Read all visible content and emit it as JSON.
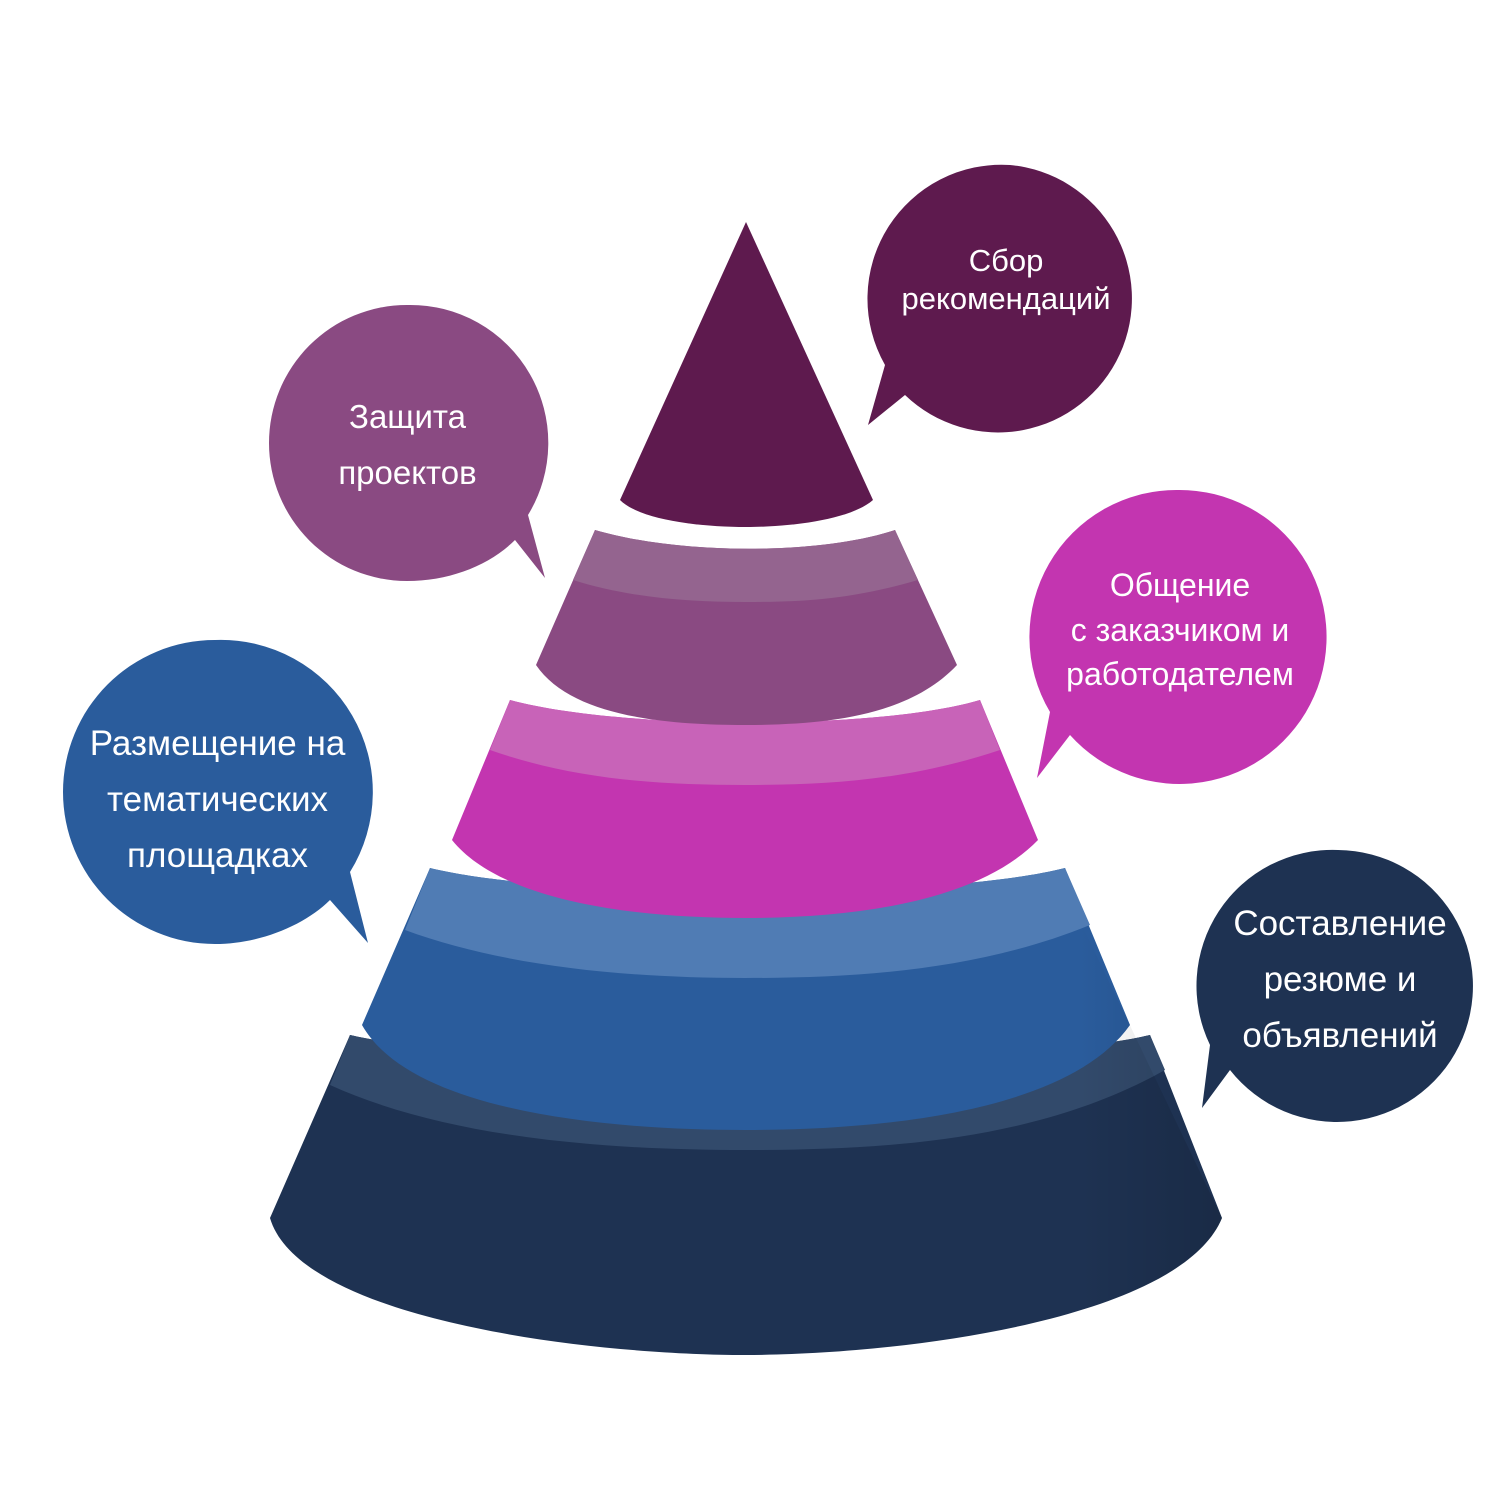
{
  "colors": {
    "tier1": "#5e1a4e",
    "tier2": "#8a4a82",
    "tier2_top": "#94648f",
    "tier3": "#c335b0",
    "tier3_top": "#c863b8",
    "tier4": "#2a5c9c",
    "tier4_top": "#507cb4",
    "tier5": "#1e3252",
    "tier5_top": "#324a6b"
  },
  "bubbles": [
    {
      "id": "sbor",
      "color": "#5e1a4e",
      "lines": [
        "Сбор",
        "рекомендаций"
      ]
    },
    {
      "id": "zashchita",
      "color": "#8a4a82",
      "lines": [
        "Защита",
        "проектов"
      ]
    },
    {
      "id": "obshchenie",
      "color": "#c335b0",
      "lines": [
        "Общение",
        "с заказчиком и",
        "работодателем"
      ]
    },
    {
      "id": "razmeshchenie",
      "color": "#2a5c9c",
      "lines": [
        "Размещение на",
        "тематических",
        "площадках"
      ]
    },
    {
      "id": "sostavlenie",
      "color": "#1e3252",
      "lines": [
        "Составление",
        "резюме и",
        "объявлений"
      ]
    }
  ]
}
